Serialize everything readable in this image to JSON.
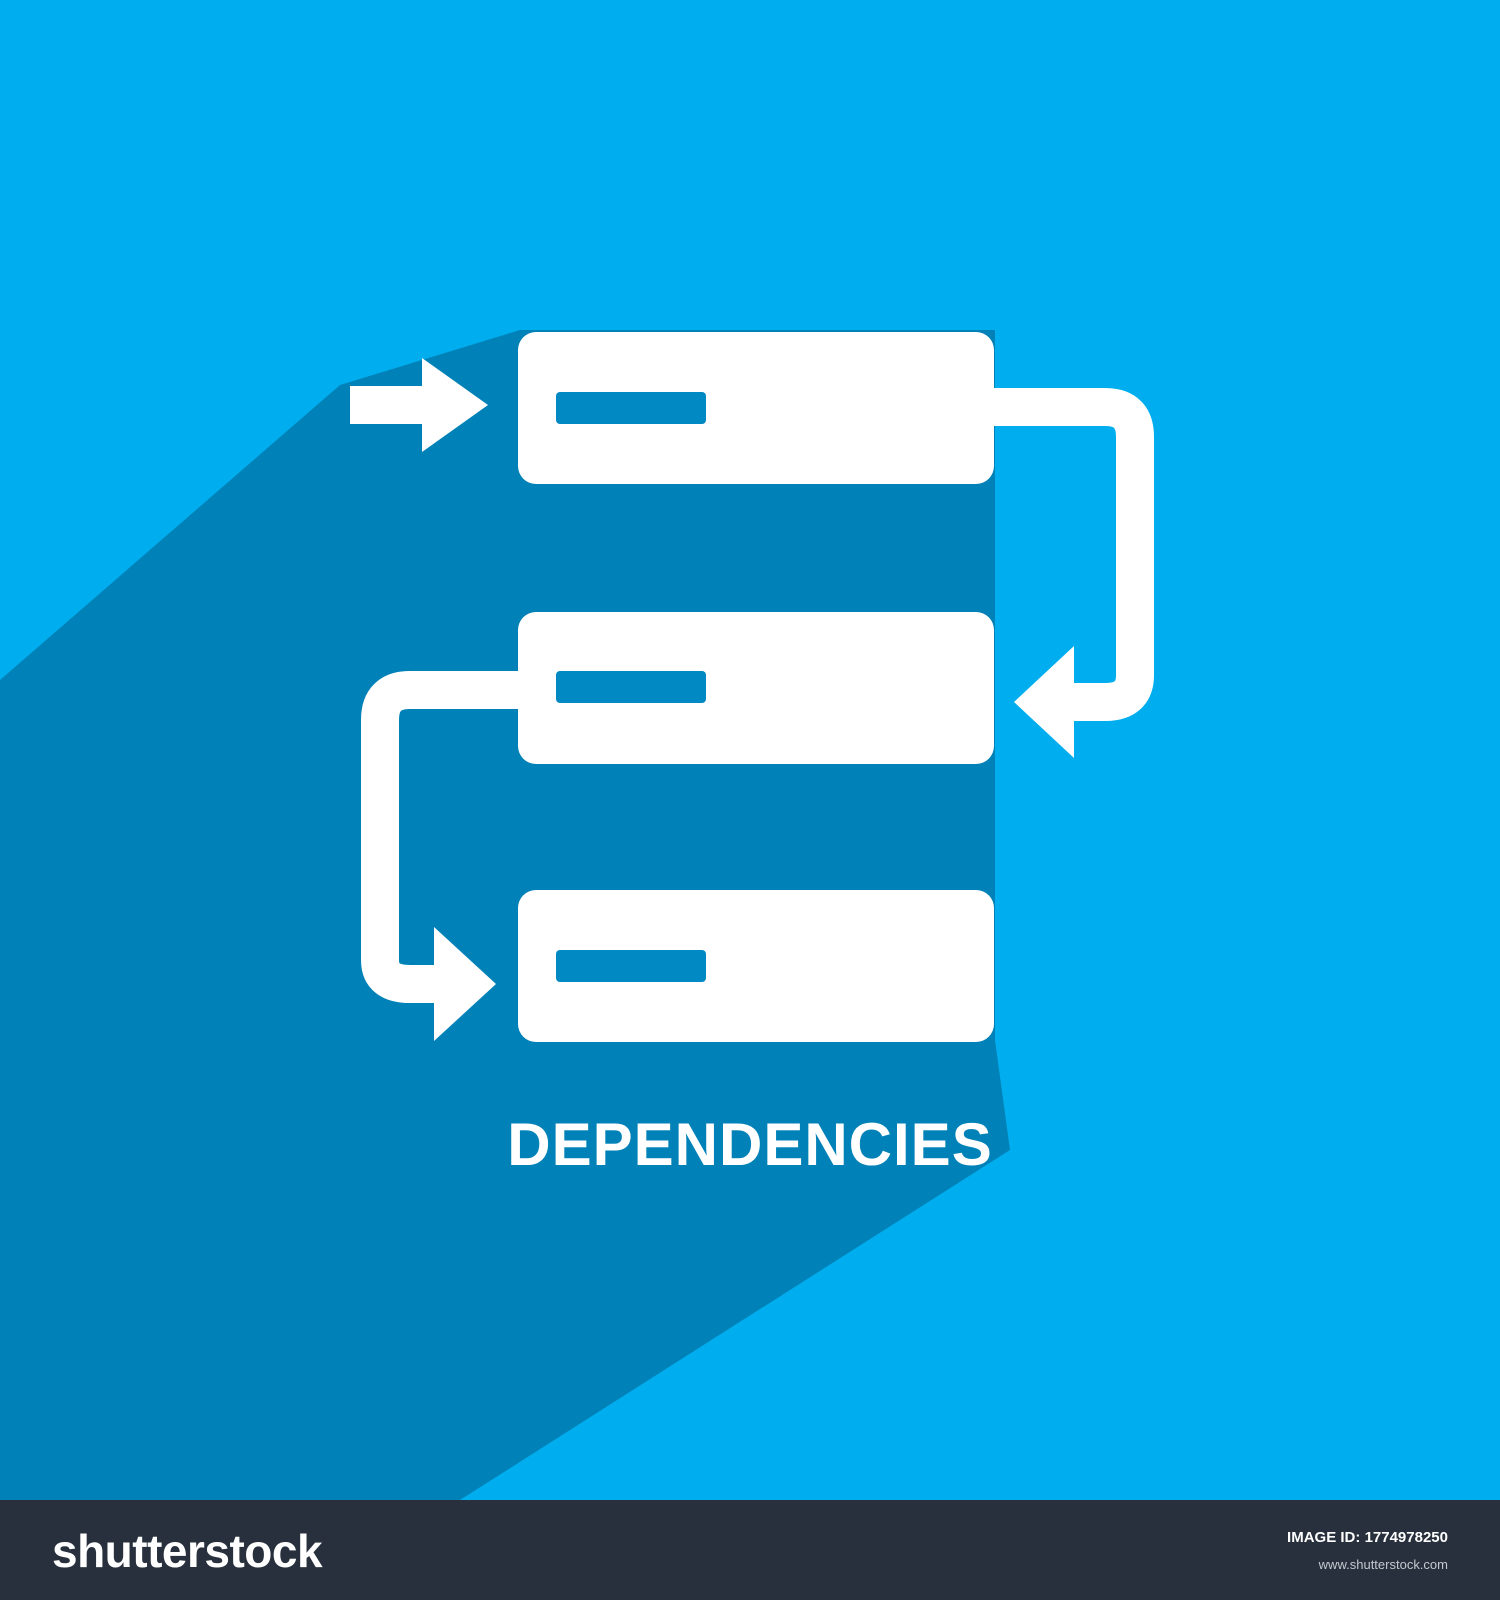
{
  "caption": "DEPENDENCIES",
  "footer": {
    "logo": "shutterstock",
    "image_id_label": "IMAGE ID:",
    "image_id": "1774978250",
    "url": "www.shutterstock.com"
  },
  "colors": {
    "background": "#00aeef",
    "long_shadow": "#0082b8",
    "icon": "#ffffff",
    "footer": "#27303c"
  },
  "icons": {
    "main": "flowchart-dependencies-icon"
  }
}
